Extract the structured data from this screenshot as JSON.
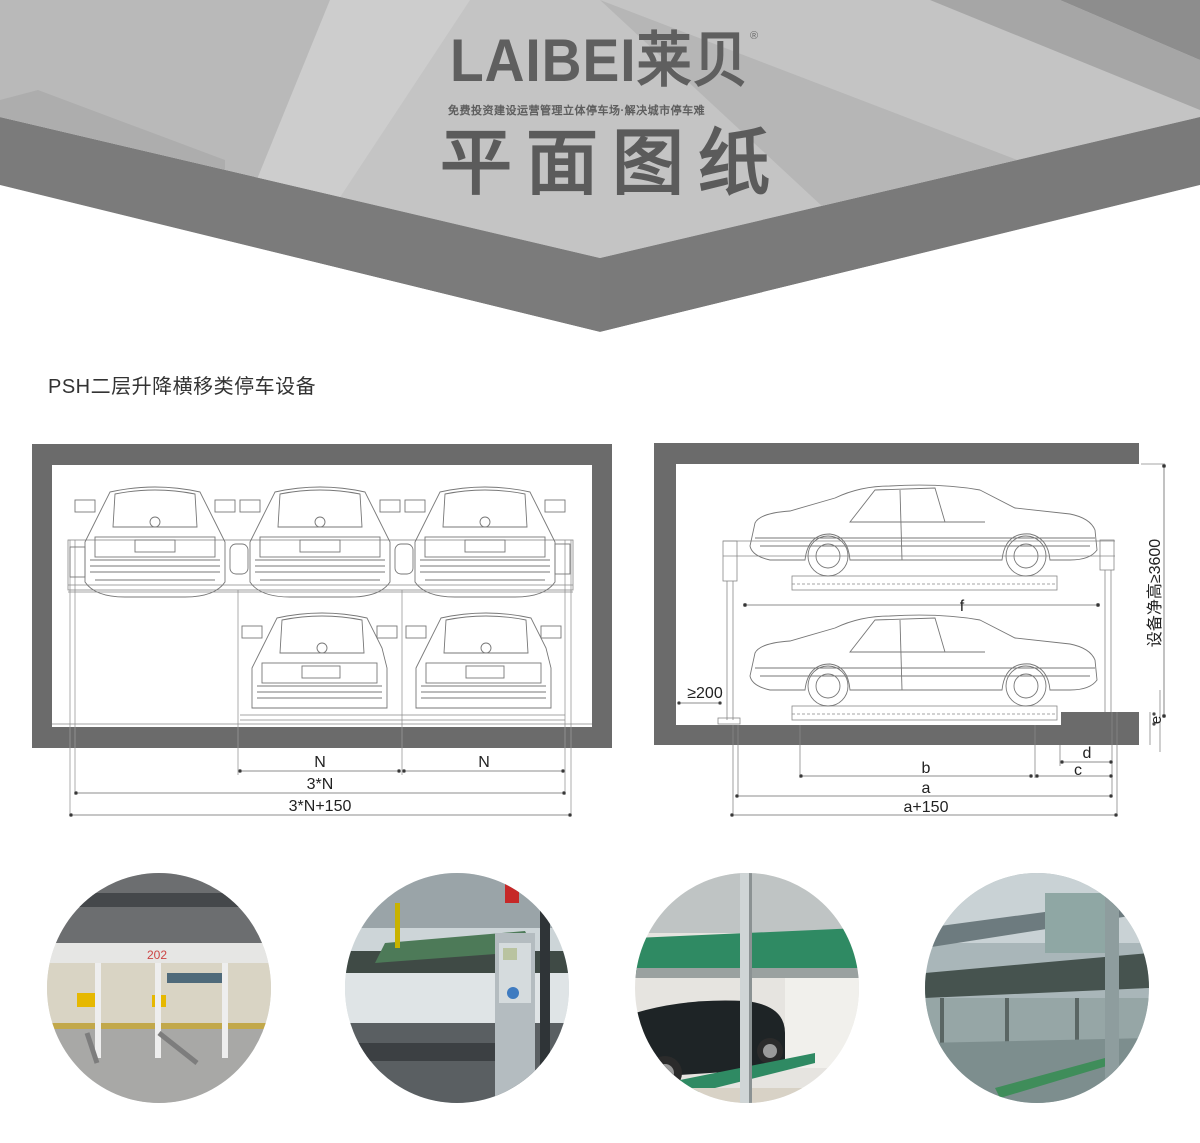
{
  "banner": {
    "brand_name": "LAIBEI莱贝",
    "registered_mark": "®",
    "slogan": "免费投资建设运营管理立体停车场·解决城市停车难",
    "title": "平面图纸",
    "colors": {
      "light_face": "#c4c4c4",
      "mid_face": "#b5b5b5",
      "dark_face": "#7a7a7a",
      "text": "#5b5b5b"
    }
  },
  "section": {
    "title": "PSH二层升降横移类停车设备"
  },
  "front_view": {
    "name": "front-elevation-diagram",
    "wall_color": "#6b6b6b",
    "dimensions": {
      "n1": "N",
      "n2": "N",
      "three_n": "3*N",
      "three_n_plus": "3*N+150"
    },
    "upper_cars": 3,
    "lower_cars": 2
  },
  "side_view": {
    "name": "side-elevation-diagram",
    "wall_color": "#6b6b6b",
    "dimensions": {
      "clearance": "≥200",
      "f": "f",
      "b": "b",
      "c": "c",
      "d": "d",
      "e": "e",
      "a": "a",
      "a_plus": "a+150",
      "height": "设备净高≥3600"
    }
  },
  "photos": [
    {
      "name": "photo-underground-garage",
      "caption": "202"
    },
    {
      "name": "photo-control-panel",
      "caption": ""
    },
    {
      "name": "photo-outdoor-car",
      "caption": ""
    },
    {
      "name": "photo-outdoor-structure",
      "caption": ""
    }
  ]
}
